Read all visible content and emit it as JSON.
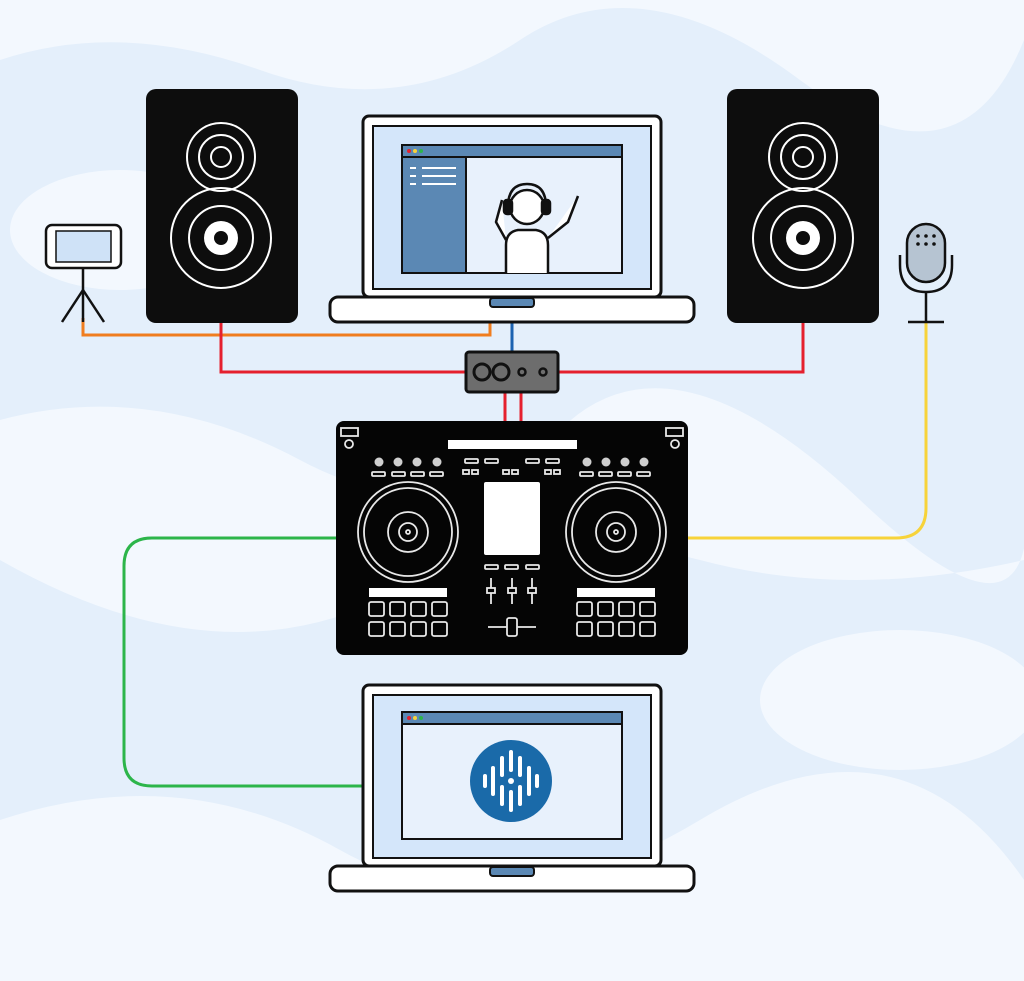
{
  "diagram": {
    "type": "dj-setup-illustration",
    "components": [
      {
        "id": "speaker-left",
        "icon": "speaker-icon"
      },
      {
        "id": "speaker-right",
        "icon": "speaker-icon"
      },
      {
        "id": "laptop-top",
        "icon": "laptop-icon",
        "screen": "dj-figure-with-headphones"
      },
      {
        "id": "laptop-bottom",
        "icon": "laptop-icon",
        "screen": "serato-logo"
      },
      {
        "id": "phone-tripod",
        "icon": "smartphone-tripod-icon"
      },
      {
        "id": "microphone",
        "icon": "microphone-icon"
      },
      {
        "id": "audio-interface",
        "icon": "audio-interface-icon"
      },
      {
        "id": "dj-controller",
        "icon": "dj-controller-icon"
      }
    ],
    "cables": [
      {
        "from": "phone-tripod",
        "to": "laptop-top",
        "color": "#f07d1f"
      },
      {
        "from": "laptop-top",
        "to": "audio-interface",
        "color": "#1c62b0"
      },
      {
        "from": "speaker-left",
        "to": "audio-interface",
        "color": "#e5202e"
      },
      {
        "from": "speaker-right",
        "to": "audio-interface",
        "color": "#e5202e"
      },
      {
        "from": "audio-interface",
        "to": "dj-controller",
        "color": "#e5202e"
      },
      {
        "from": "dj-controller",
        "to": "laptop-bottom",
        "color": "#2cb54a"
      },
      {
        "from": "microphone",
        "to": "dj-controller",
        "color": "#f7d33a"
      }
    ],
    "colors": {
      "background": "#eaf3fd",
      "accent": "#5b88b4",
      "screen": "#d4e6fa",
      "logo": "#1a6aa9"
    }
  }
}
